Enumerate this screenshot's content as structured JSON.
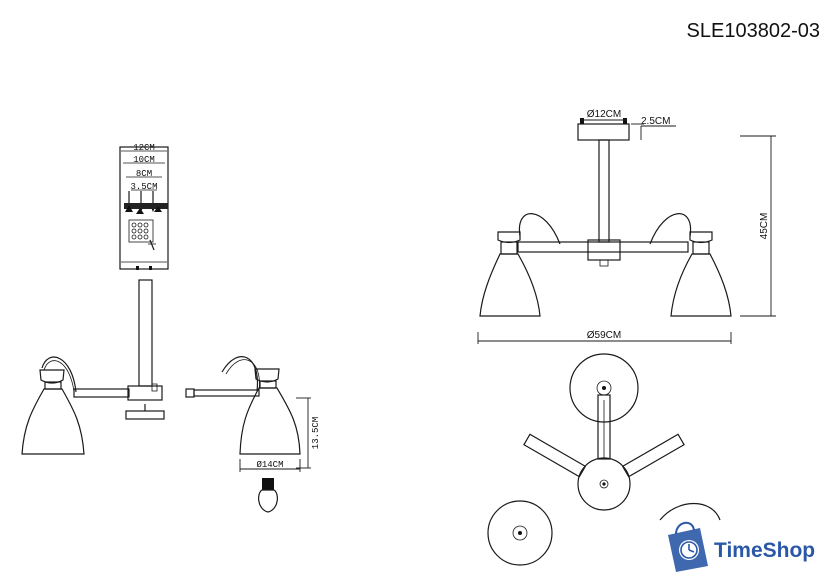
{
  "model_code": "SLE103802-03",
  "left_view": {
    "canopy_dims": [
      "12CM",
      "10CM",
      "8CM",
      "3.5CM"
    ],
    "shade_diameter": "Ø14CM",
    "shade_height": "13.5CM"
  },
  "front_view": {
    "canopy_diameter": "Ø12CM",
    "canopy_thickness": "2.5CM",
    "total_height": "45CM",
    "total_diameter": "Ø59CM"
  },
  "watermark": {
    "brand": "TimeShop",
    "icon": "shopping-bag-clock-icon",
    "color": "#2a58a6"
  }
}
